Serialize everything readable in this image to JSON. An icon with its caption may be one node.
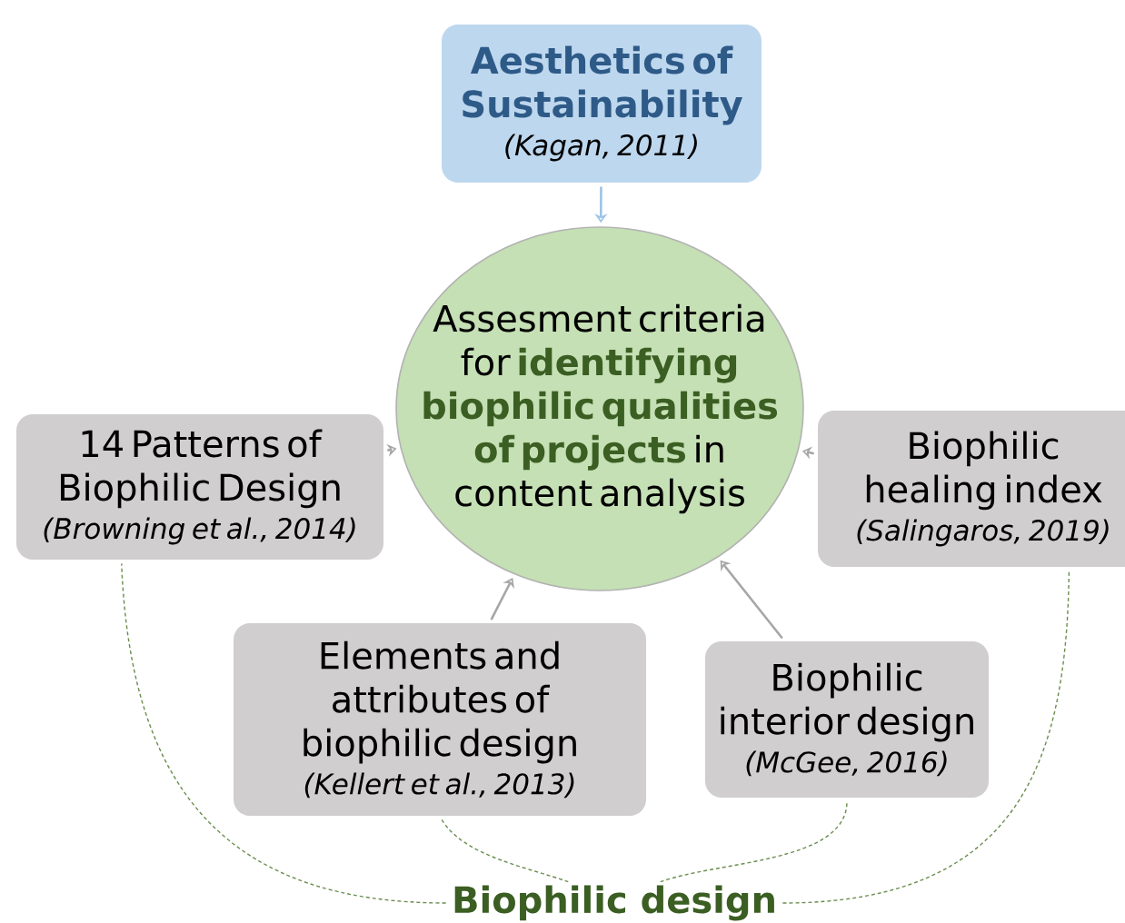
{
  "diagram": {
    "nodes": [
      {
        "text": [
          "Aesthetics of Sustainability",
          "(Kagan, 2011)"
        ]
      },
      {
        "text": [
          "Assesment criteria for **identifying biophilic qualities of projects** in content analysis"
        ]
      },
      {
        "text": [
          "14 Patterns of Biophilic Design",
          "(Browning et al., 2014)"
        ]
      },
      {
        "text": [
          "Biophilic healing index",
          "(Salingaros, 2019)"
        ]
      },
      {
        "text": [
          "Elements and attributes of biophilic design",
          "(Kellert et al., 2013)"
        ]
      },
      {
        "text": [
          "Biophilic interior design",
          "(McGee, 2016)"
        ]
      },
      {
        "text": [
          "Biophilic design"
        ]
      }
    ],
    "edges": [
      {
        "from": 0,
        "to": 1,
        "arrow": "to",
        "color": "#9dc3e6"
      },
      {
        "from": 2,
        "to": 1,
        "arrow": "to",
        "color": "#a6a6a6"
      },
      {
        "from": 3,
        "to": 1,
        "arrow": "to",
        "color": "#a6a6a6"
      },
      {
        "from": 4,
        "to": 1,
        "arrow": "to",
        "color": "#a6a6a6"
      },
      {
        "from": 5,
        "to": 1,
        "arrow": "to",
        "color": "#a6a6a6"
      },
      {
        "from": 6,
        "to": 2,
        "arrow": "none",
        "style": "dashed",
        "color": "#6b8e4e"
      },
      {
        "from": 6,
        "to": 4,
        "arrow": "none",
        "style": "dashed",
        "color": "#6b8e4e"
      },
      {
        "from": 6,
        "to": 5,
        "arrow": "none",
        "style": "dashed",
        "color": "#6b8e4e"
      },
      {
        "from": 6,
        "to": 3,
        "arrow": "none",
        "style": "dashed",
        "color": "#6b8e4e"
      }
    ]
  }
}
